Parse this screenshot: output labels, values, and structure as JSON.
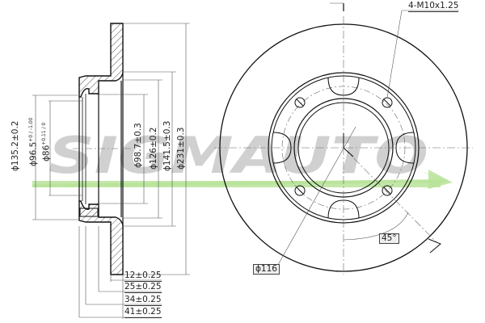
{
  "watermark": {
    "text": "SIGMAUTO",
    "text_color": "#c8c8c8",
    "swoosh_color": "#b8e39a"
  },
  "side_view": {
    "diameters": [
      {
        "id": "d135",
        "label": "ϕ135.2±0.2"
      },
      {
        "id": "d96",
        "label": "ϕ96.5",
        "tol": "+0 / -1.00"
      },
      {
        "id": "d86",
        "label": "ϕ86",
        "tol": "+0.11 / 0"
      },
      {
        "id": "d98",
        "label": "ϕ98.7±0.3"
      },
      {
        "id": "d126",
        "label": "ϕ126±0.2"
      },
      {
        "id": "d141",
        "label": "ϕ141.5±0.3"
      },
      {
        "id": "d231",
        "label": "ϕ231±0.3"
      }
    ],
    "thicknesses": [
      {
        "label": "12±0.25"
      },
      {
        "label": "25±0.25"
      },
      {
        "label": "34±0.25"
      },
      {
        "label": "41±0.25"
      }
    ]
  },
  "front_view": {
    "thread_callout": "4-M10x1.25",
    "pcd_callout": "ϕ116",
    "angle_callout": "45°",
    "bolt_holes": 4,
    "cutouts": 4
  },
  "colors": {
    "line": "#111111",
    "dim_line": "#555555",
    "center_line": "#666666"
  }
}
